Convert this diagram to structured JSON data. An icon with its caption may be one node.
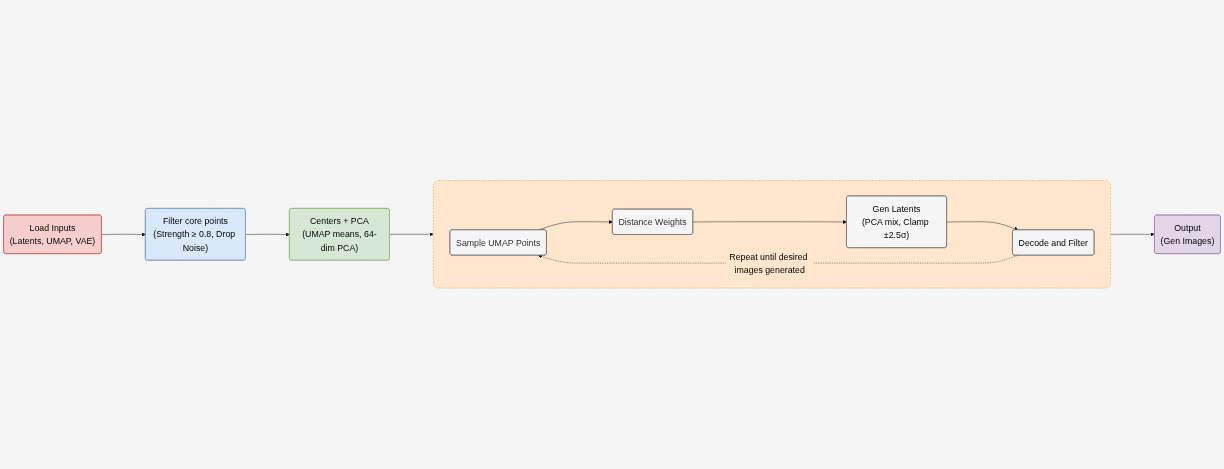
{
  "diagram": {
    "nodes": [
      {
        "text": [
          "Load Inputs",
          "(Latents, UMAP, VAE)"
        ]
      },
      {
        "text": [
          "Filter core points",
          "(Strength ≥ 0.8, Drop Noise)"
        ]
      },
      {
        "text": [
          "Centers + PCA",
          "(UMAP means, 64-dim PCA)"
        ]
      },
      {
        "text": [],
        "shape": "box"
      },
      {
        "text": [
          "Sample UMAP Points"
        ],
        "in": 3
      },
      {
        "text": [
          "Distance Weights"
        ],
        "in": 3
      },
      {
        "text": [
          "Gen Latents",
          "(PCA mix, Clamp ±2.5σ)"
        ],
        "in": 3
      },
      {
        "text": [
          "Decode and Filter"
        ],
        "in": 3
      },
      {
        "text": [
          "Output",
          "(Gen Images)"
        ]
      }
    ],
    "edges": [
      {
        "from": 0,
        "to": 1,
        "arrow": "to"
      },
      {
        "from": 1,
        "to": 2,
        "arrow": "to"
      },
      {
        "from": 2,
        "to": 3,
        "arrow": "to"
      },
      {
        "from": 4,
        "to": 5,
        "arrow": "to"
      },
      {
        "from": 5,
        "to": 6,
        "arrow": "to"
      },
      {
        "from": 6,
        "to": 7,
        "arrow": "to"
      },
      {
        "from": 7,
        "to": 4,
        "arrow": "to",
        "label": "Repeat until desired images generated",
        "style": "dashed"
      },
      {
        "from": 3,
        "to": 8,
        "arrow": "to"
      }
    ]
  }
}
